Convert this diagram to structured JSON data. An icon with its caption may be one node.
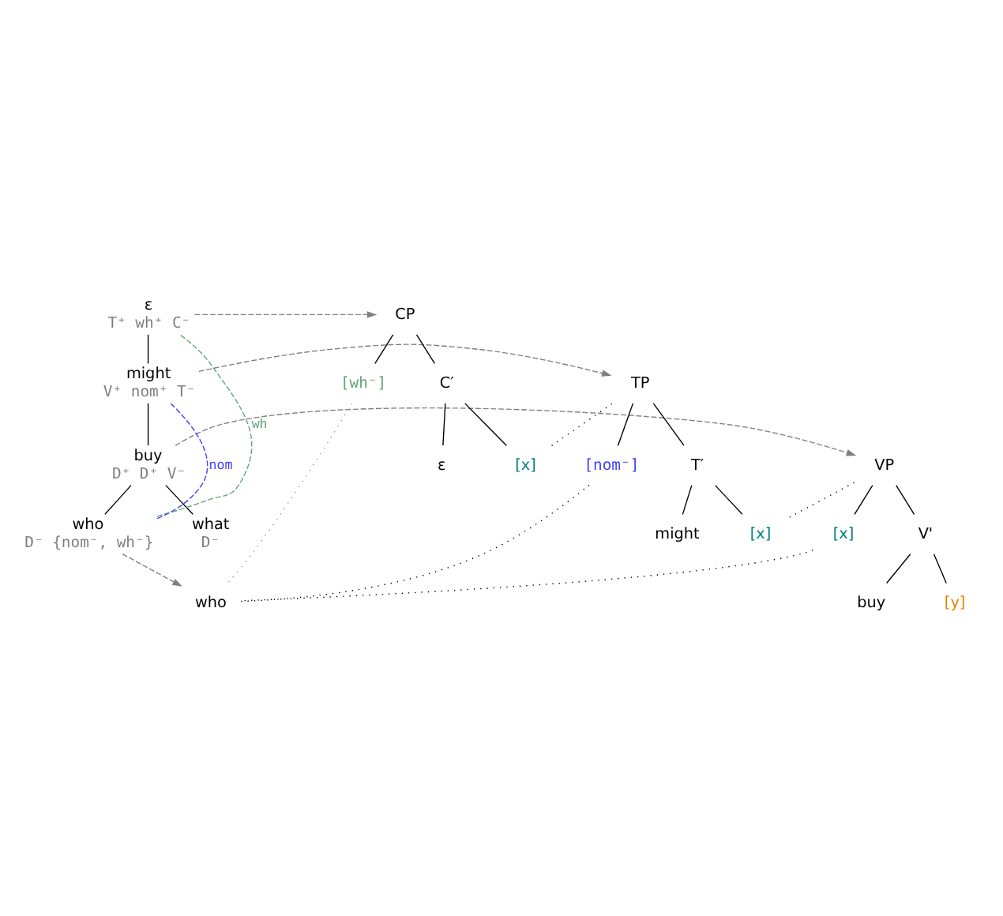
{
  "diagram": {
    "nodes": [
      {
        "text": [
          "ε",
          "T⁺ wh⁺ C⁻"
        ]
      },
      {
        "text": [
          "might",
          "V⁺ nom⁺ T⁻"
        ]
      },
      {
        "text": [
          "buy",
          "D⁺ D⁺ V⁻"
        ]
      },
      {
        "text": [
          "who",
          "D⁻ {nom⁻, wh⁻}"
        ]
      },
      {
        "text": [
          "what",
          "D⁻"
        ]
      },
      {
        "text": [
          "CP"
        ]
      },
      {
        "text": [
          "[wh⁻]"
        ]
      },
      {
        "text": [
          "C′"
        ]
      },
      {
        "text": [
          "ε"
        ]
      },
      {
        "text": [
          "[x]"
        ]
      },
      {
        "text": [
          "TP"
        ]
      },
      {
        "text": [
          "[nom⁻]"
        ]
      },
      {
        "text": [
          "T′"
        ]
      },
      {
        "text": [
          "might"
        ]
      },
      {
        "text": [
          "[x]"
        ]
      },
      {
        "text": [
          "VP"
        ]
      },
      {
        "text": [
          "[x]"
        ]
      },
      {
        "text": [
          "V'"
        ]
      },
      {
        "text": [
          "buy"
        ]
      },
      {
        "text": [
          "[y]"
        ]
      },
      {
        "text": [
          "who"
        ]
      }
    ],
    "edges": [
      {
        "from": 0,
        "to": 1,
        "arrow": "none"
      },
      {
        "from": 1,
        "to": 2,
        "arrow": "none"
      },
      {
        "from": 2,
        "to": 3,
        "arrow": "none"
      },
      {
        "from": 2,
        "to": 4,
        "arrow": "none"
      },
      {
        "from": 0,
        "to": 5,
        "arrow": "to",
        "style": "dashed",
        "color": "#808080"
      },
      {
        "from": 1,
        "to": 10,
        "arrow": "to",
        "style": "dashed",
        "color": "#808080"
      },
      {
        "from": 2,
        "to": 15,
        "arrow": "to",
        "style": "dashed",
        "color": "#808080"
      },
      {
        "from": 3,
        "to": 20,
        "arrow": "to",
        "style": "dashed",
        "color": "#808080"
      },
      {
        "from": 3,
        "to": 0,
        "arrow": "none",
        "label": "wh",
        "style": "dashed",
        "color": "#5fa57a"
      },
      {
        "from": 3,
        "to": 1,
        "arrow": "none",
        "label": "nom",
        "style": "dashed",
        "color": "#4040ff"
      },
      {
        "from": 5,
        "to": 6,
        "arrow": "none"
      },
      {
        "from": 5,
        "to": 7,
        "arrow": "none"
      },
      {
        "from": 7,
        "to": 8,
        "arrow": "none"
      },
      {
        "from": 7,
        "to": 9,
        "arrow": "none"
      },
      {
        "from": 9,
        "to": 10,
        "arrow": "none",
        "style": "dashed"
      },
      {
        "from": 10,
        "to": 11,
        "arrow": "none"
      },
      {
        "from": 10,
        "to": 12,
        "arrow": "none"
      },
      {
        "from": 12,
        "to": 13,
        "arrow": "none"
      },
      {
        "from": 12,
        "to": 14,
        "arrow": "none"
      },
      {
        "from": 14,
        "to": 15,
        "arrow": "none",
        "style": "dashed"
      },
      {
        "from": 15,
        "to": 16,
        "arrow": "none"
      },
      {
        "from": 15,
        "to": 17,
        "arrow": "none"
      },
      {
        "from": 17,
        "to": 18,
        "arrow": "none"
      },
      {
        "from": 17,
        "to": 19,
        "arrow": "none"
      },
      {
        "from": 6,
        "to": 20,
        "arrow": "none",
        "style": "dashed",
        "color": "#999999"
      },
      {
        "from": 11,
        "to": 20,
        "arrow": "none",
        "style": "dashed"
      },
      {
        "from": 16,
        "to": 20,
        "arrow": "none",
        "style": "dashed"
      }
    ]
  }
}
